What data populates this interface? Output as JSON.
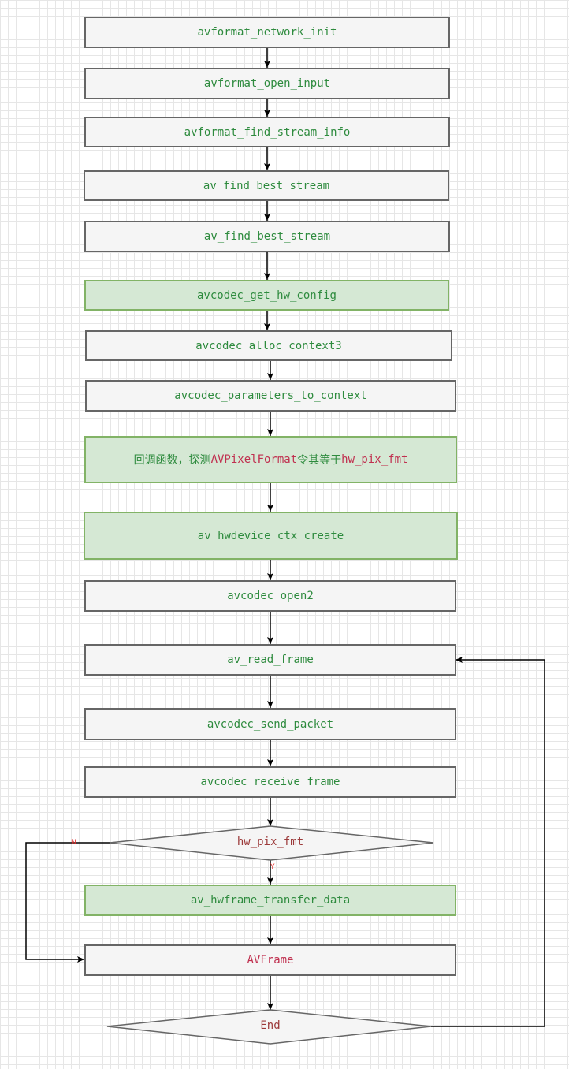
{
  "nodes": {
    "n1": "avformat_network_init",
    "n2": "avformat_open_input",
    "n3": "avformat_find_stream_info",
    "n4": "av_find_best_stream",
    "n5": "av_find_best_stream",
    "n6": "avcodec_get_hw_config",
    "n7": "avcodec_alloc_context3",
    "n8": "avcodec_parameters_to_context",
    "n9_prefix": "回调函数，探测",
    "n9_format": "AVPixelFormat",
    "n9_middle": "令其等于",
    "n9_target": "hw_pix_fmt",
    "n10": "av_hwdevice_ctx_create",
    "n11": "avcodec_open2",
    "n12": "av_read_frame",
    "n13": "avcodec_send_packet",
    "n14": "avcodec_receive_frame",
    "decision": "hw_pix_fmt",
    "n15": "av_hwframe_transfer_data",
    "n16": "AVFrame",
    "end": "End"
  },
  "edge_labels": {
    "no": "N",
    "yes": "Y"
  },
  "colors": {
    "default_fill": "#f5f5f5",
    "default_stroke": "#666666",
    "highlight_fill": "#d5e8d4",
    "highlight_stroke": "#82b366",
    "label_green": "#2e8b3e",
    "label_red": "#c0304f"
  }
}
